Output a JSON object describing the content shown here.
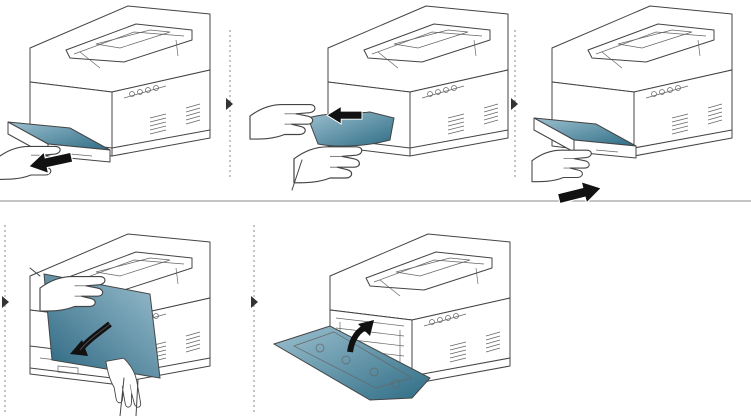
{
  "colors": {
    "line": "#444444",
    "paper_light": "#7aa5b7",
    "paper_dark": "#2f6d86",
    "arrow": "#111111",
    "separator": "#888888"
  },
  "steps": [
    {
      "id": 1,
      "row": 1,
      "action": "pull-tray-out",
      "icon": "tray-pull-out-arrow-icon"
    },
    {
      "id": 2,
      "row": 1,
      "action": "remove-jammed-paper",
      "icon": "remove-paper-arrow-icon"
    },
    {
      "id": 3,
      "row": 1,
      "action": "push-tray-in",
      "icon": "tray-push-in-arrow-icon"
    },
    {
      "id": 4,
      "row": 2,
      "action": "open-front-cover",
      "icon": "open-cover-arrow-icon"
    },
    {
      "id": 5,
      "row": 2,
      "action": "close-front-cover",
      "icon": "close-cover-arrow-icon"
    }
  ]
}
